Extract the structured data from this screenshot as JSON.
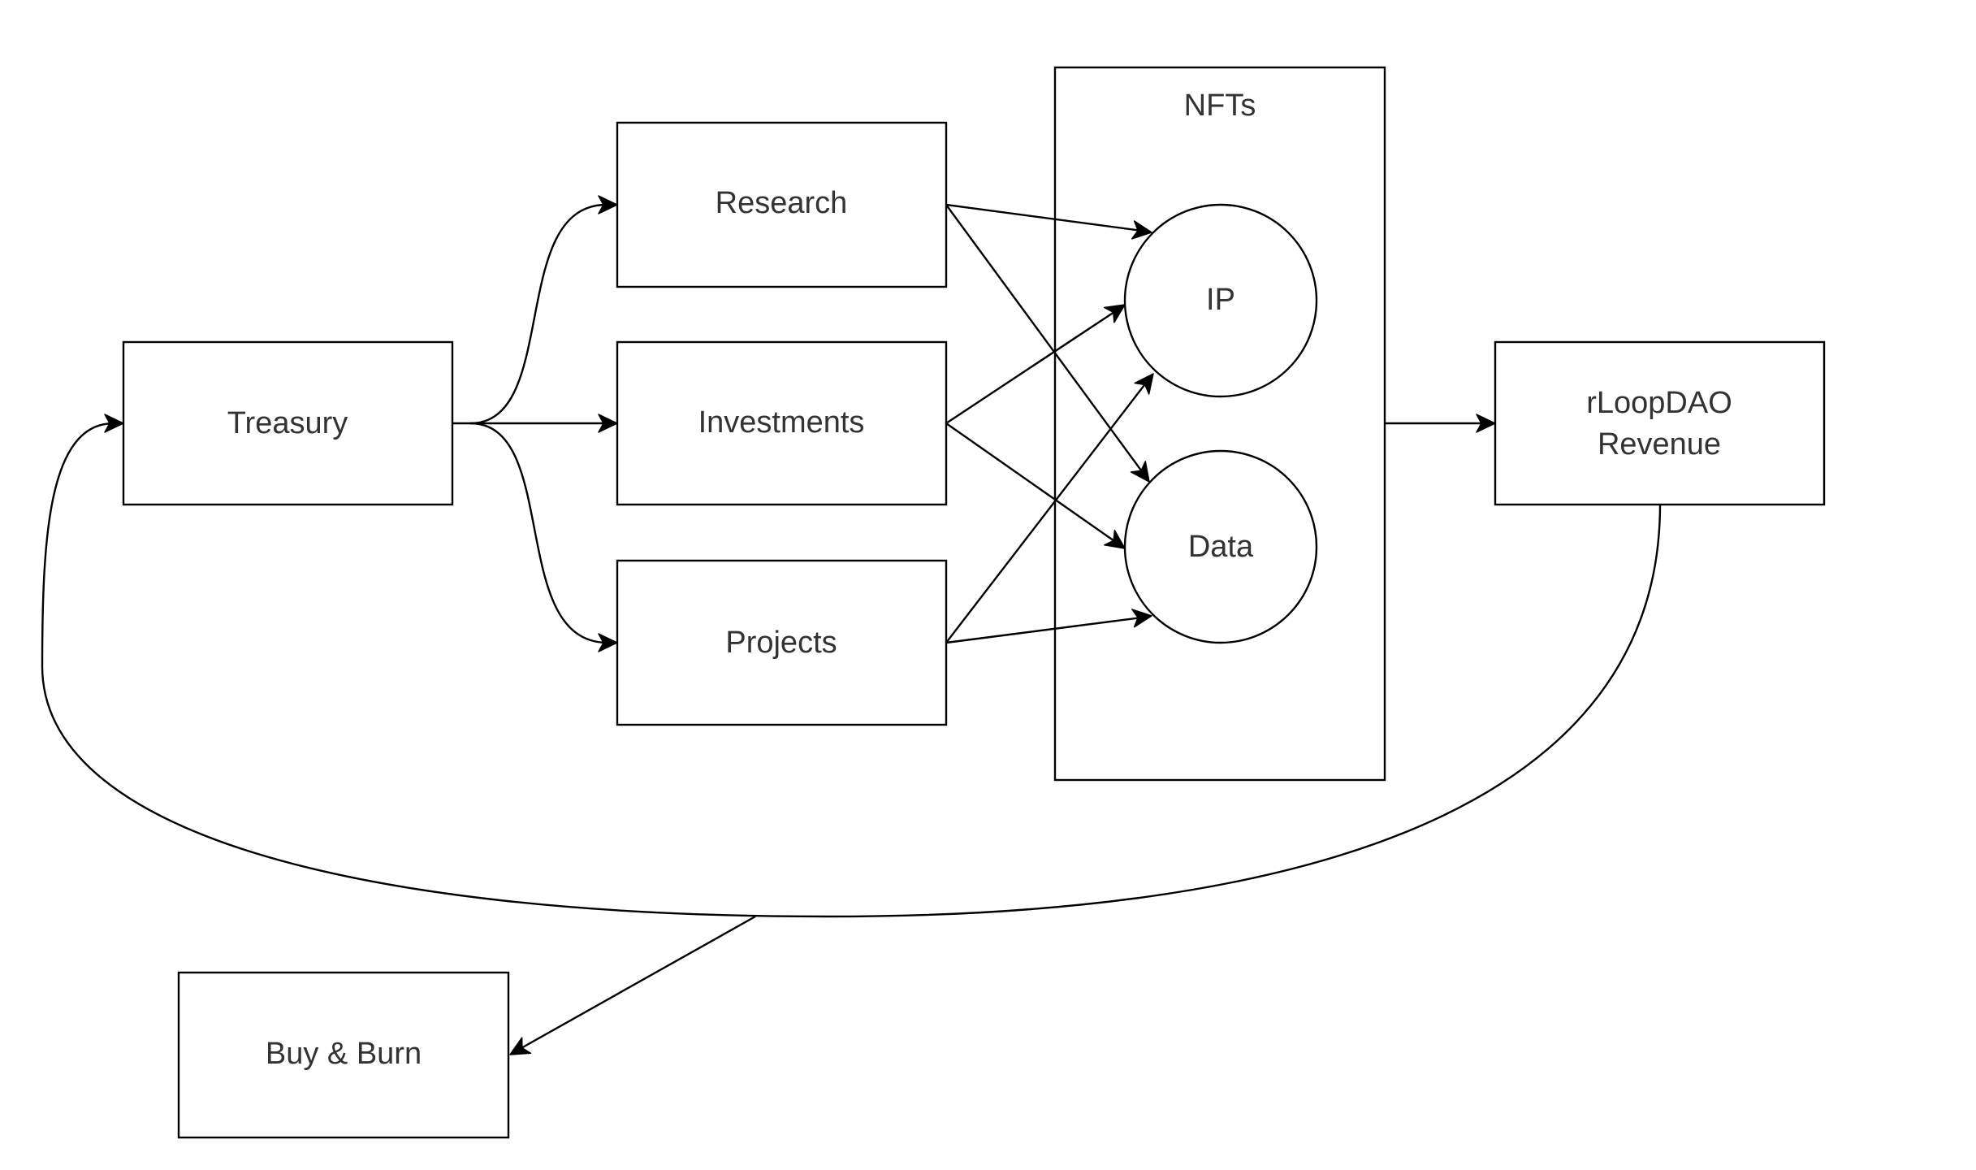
{
  "diagram": {
    "nodes": {
      "treasury": {
        "label": "Treasury"
      },
      "research": {
        "label": "Research"
      },
      "investments": {
        "label": "Investments"
      },
      "projects": {
        "label": "Projects"
      },
      "nfts": {
        "label": "NFTs"
      },
      "ip": {
        "label": "IP"
      },
      "data": {
        "label": "Data"
      },
      "revenue": {
        "label_line1": "rLoopDAO",
        "label_line2": "Revenue"
      },
      "buy_burn": {
        "label": "Buy & Burn"
      }
    },
    "edges": [
      {
        "from": "Treasury",
        "to": "Research"
      },
      {
        "from": "Treasury",
        "to": "Investments"
      },
      {
        "from": "Treasury",
        "to": "Projects"
      },
      {
        "from": "Research",
        "to": "IP"
      },
      {
        "from": "Research",
        "to": "Data"
      },
      {
        "from": "Investments",
        "to": "IP"
      },
      {
        "from": "Investments",
        "to": "Data"
      },
      {
        "from": "Projects",
        "to": "IP"
      },
      {
        "from": "Projects",
        "to": "Data"
      },
      {
        "from": "NFTs",
        "to": "rLoopDAO Revenue"
      },
      {
        "from": "rLoopDAO Revenue",
        "to": "Treasury"
      },
      {
        "from": "rLoopDAO Revenue",
        "to": "Buy & Burn"
      }
    ]
  }
}
